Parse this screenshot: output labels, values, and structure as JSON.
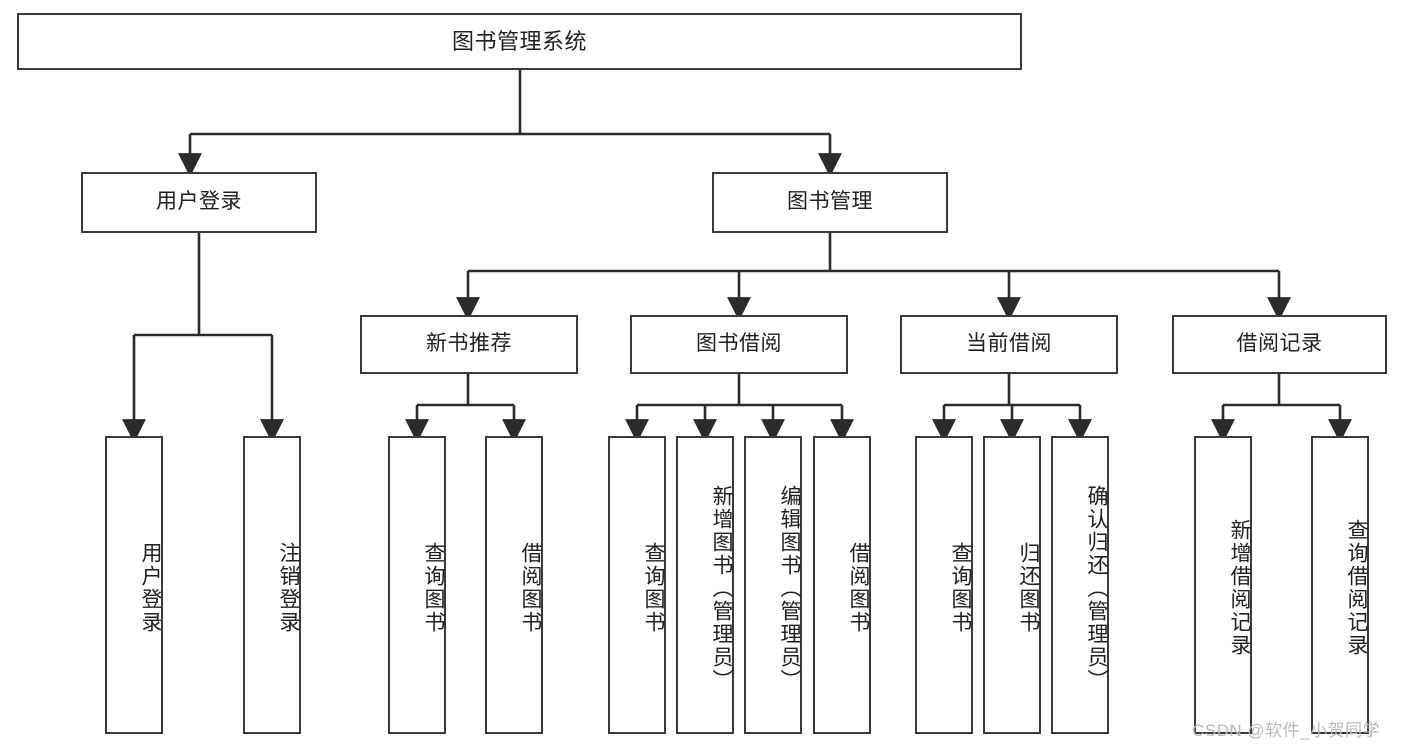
{
  "diagram": {
    "title": "图书管理系统",
    "type": "hierarchy-tree",
    "orientation": "top-down",
    "colors": {
      "box_stroke": "#3a3a3a",
      "box_fill": "#ffffff",
      "connector": "#2b2b2b",
      "text": "#1f1f1f",
      "watermark": "#b9b9b9",
      "background": "#ffffff"
    },
    "root": {
      "label": "图书管理系统"
    },
    "level2": [
      {
        "label": "用户登录"
      },
      {
        "label": "图书管理"
      }
    ],
    "level3": [
      {
        "label": "新书推荐"
      },
      {
        "label": "图书借阅"
      },
      {
        "label": "当前借阅"
      },
      {
        "label": "借阅记录"
      }
    ],
    "leaves": {
      "user_login": [
        {
          "label": "用户登录"
        },
        {
          "label": "注销登录"
        }
      ],
      "new_book_recommend": [
        {
          "label": "查询图书"
        },
        {
          "label": "借阅图书"
        }
      ],
      "book_borrow": [
        {
          "label": "查询图书"
        },
        {
          "label": "新增图书（管理员）"
        },
        {
          "label": "编辑图书（管理员）"
        },
        {
          "label": "借阅图书"
        }
      ],
      "current_borrow": [
        {
          "label": "查询图书"
        },
        {
          "label": "归还图书"
        },
        {
          "label": "确认归还（管理员）"
        }
      ],
      "borrow_record": [
        {
          "label": "新增借阅记录"
        },
        {
          "label": "查询借阅记录"
        }
      ]
    }
  },
  "watermark": {
    "text": "CSDN @软件_小贺同学"
  }
}
